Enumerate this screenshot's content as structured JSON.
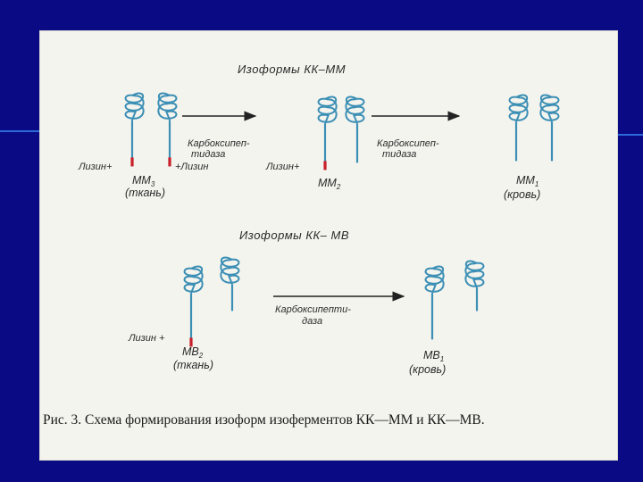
{
  "diagram": {
    "title_mm": "Изоформы КК–ММ",
    "title_mb": "Изоформы КК– МВ",
    "enzyme_line1_a": "Карбоксипеп-",
    "enzyme_line2_a": "тидаза",
    "enzyme_line1_b": "Карбоксипеп-",
    "enzyme_line2_b": "тидаза",
    "enzyme_line1_c": "Карбоксипепти-",
    "enzyme_line2_c": "даза",
    "lysine_left": "Лизин+",
    "plus_lysine": "+Лизин",
    "lysine_mid": "Лизин+",
    "lysine_mb": "Лизин +",
    "mm3": "ММ",
    "mm3_sub": "3",
    "mm3_source": "(ткань)",
    "mm2": "ММ",
    "mm2_sub": "2",
    "mm1": "ММ",
    "mm1_sub": "1",
    "mm1_source": "(кровь)",
    "mb2": "МВ",
    "mb2_sub": "2",
    "mb2_source": "(ткань)",
    "mb1": "МВ",
    "mb1_sub": "1",
    "mb1_source": "(кровь)"
  },
  "caption": {
    "text": "Рис. 3. Схема формирования изоформ изоферментов КК—ММ и КК—МВ."
  },
  "colors": {
    "background": "#0a0a85",
    "coil": "#3c8fb5",
    "lysine_mark": "#c8202a",
    "arrow": "#222222"
  }
}
